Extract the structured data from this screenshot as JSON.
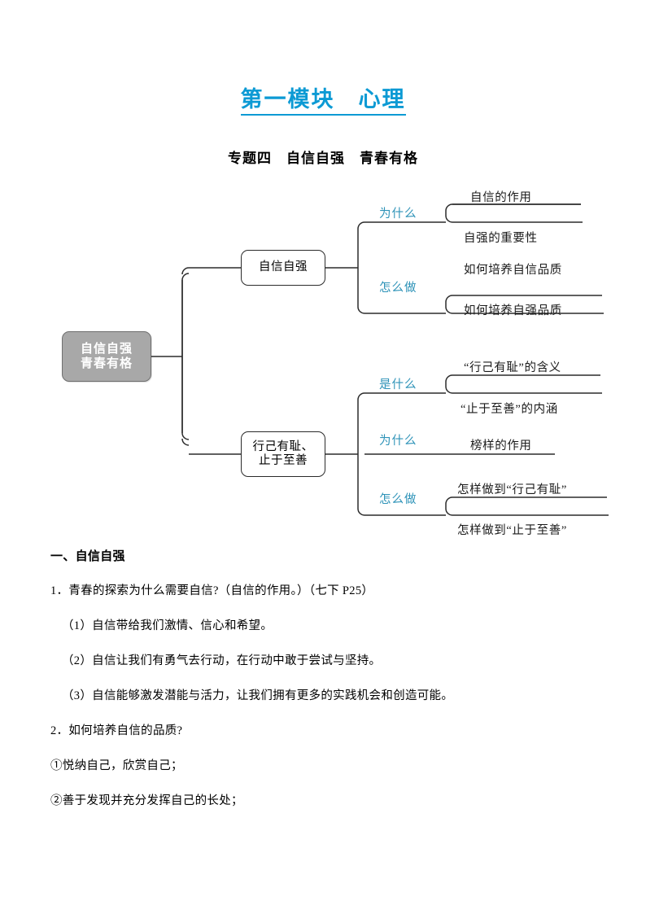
{
  "header": {
    "module_title": "第一模块　心理",
    "topic_title": "专题四　自信自强　青春有格"
  },
  "mindmap": {
    "root": "自信自强\n青春有格",
    "branches": [
      {
        "node": "自信自强",
        "groups": [
          {
            "label": "为什么",
            "leaves": [
              "自信的作用",
              "自强的重要性"
            ]
          },
          {
            "label": "怎么做",
            "leaves": [
              "如何培养自信品质",
              "如何培养自强品质"
            ]
          }
        ]
      },
      {
        "node": "行己有耻、\n止于至善",
        "groups": [
          {
            "label": "是什么",
            "leaves": [
              "“行己有耻”的含义",
              "“止于至善”的内涵"
            ]
          },
          {
            "label": "为什么",
            "leaves": [
              "榜样的作用"
            ]
          },
          {
            "label": "怎么做",
            "leaves": [
              "怎样做到“行己有耻”",
              "怎样做到“止于至善”"
            ]
          }
        ]
      }
    ]
  },
  "body": {
    "heading": "一、自信自强",
    "lines": [
      "1．青春的探索为什么需要自信?（自信的作用。）（七下 P25）",
      "（1）自信带给我们激情、信心和希望。",
      "（2）自信让我们有勇气去行动，在行动中敢于尝试与坚持。",
      "（3）自信能够激发潜能与活力，让我们拥有更多的实践机会和创造可能。",
      "2．如何培养自信的品质?",
      "①悦纳自己，欣赏自己；",
      "②善于发现并充分发挥自己的长处；"
    ]
  },
  "colors": {
    "title_blue": "#0c9ad4",
    "label_blue": "#2e93b8",
    "root_fill": "#a8a8a8",
    "line": "#2b2b2b"
  }
}
